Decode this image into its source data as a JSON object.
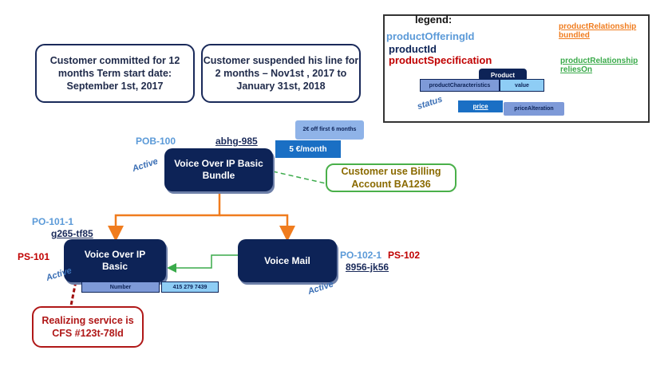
{
  "notes": {
    "committed": "Customer committed for 12 months Term start date: September 1st, 2017",
    "suspended": "Customer suspended his line for 2 months – Nov1st , 2017 to January 31st, 2018"
  },
  "bundle": {
    "offering_id": "POB-100",
    "product_id": "abhg-985",
    "name": "Voice Over IP Basic Bundle",
    "status": "Active",
    "price": "5 €/month",
    "alteration": "2€ off first 6 months",
    "billing_note": "Customer use Billing Account BA1236"
  },
  "voip": {
    "offering_id": "PO-101-1",
    "product_id": "g265-tf85",
    "spec": "PS-101",
    "name": "Voice Over IP Basic",
    "status": "Active",
    "char_name": "Number",
    "char_value": "415 279 7439",
    "realizing_note": "Realizing service is CFS #123t-78ld"
  },
  "voicemail": {
    "offering_id": "PO-102-1",
    "product_id": "8956-jk56",
    "spec": "PS-102",
    "name": "Voice Mail",
    "status": "Active"
  },
  "legend": {
    "title": "legend:",
    "offering_id": "productOfferingId",
    "product_id": "productId",
    "spec": "productSpecification",
    "product": "Product",
    "characteristics": "productCharacteristics",
    "value": "value",
    "status": "status",
    "price": "price",
    "alteration": "priceAlteration",
    "bundled": "productRelationship bundled",
    "relies_on": "productRelationship reliesOn"
  },
  "colors": {
    "navy": "#0d2357",
    "bundled_arrow": "#f07c1e",
    "relies_arrow": "#3aaa4a",
    "offering_text": "#5b9ad8",
    "spec_text": "#c00000"
  }
}
